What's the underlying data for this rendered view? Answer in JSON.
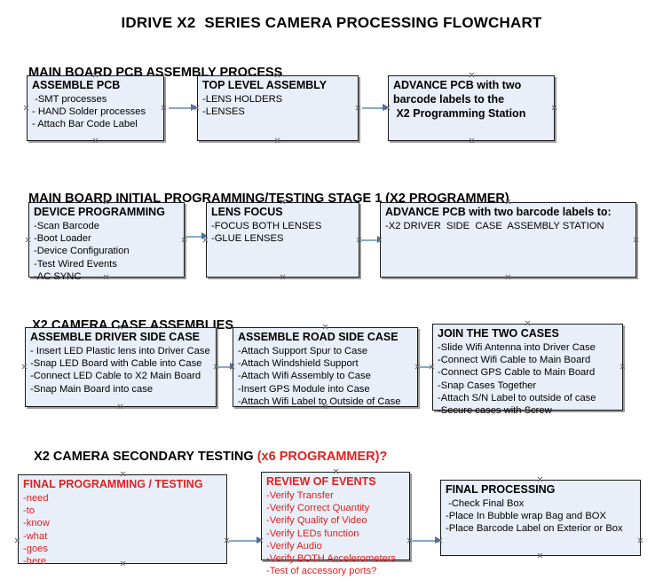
{
  "title": "IDRIVE X2  SERIES CAMERA PROCESSING FLOWCHART",
  "sections": [
    {
      "heading": "MAIN BOARD PCB ASSEMBLY PROCESS",
      "heading_accent": "",
      "boxes": [
        {
          "title": "ASSEMBLE PCB",
          "lines": [
            " -SMT processes",
            "- HAND Solder processes",
            "- Attach Bar Code Label"
          ],
          "color": "black"
        },
        {
          "title": "TOP LEVEL ASSEMBLY",
          "lines": [
            "-LENS HOLDERS",
            "-LENSES"
          ],
          "color": "black"
        },
        {
          "title": "ADVANCE PCB with two",
          "lines": [
            "barcode labels to the",
            " X2 Programming Station"
          ],
          "color": "black"
        }
      ]
    },
    {
      "heading": "MAIN BOARD INITIAL PROGRAMMING/TESTING STAGE 1 (X2 PROGRAMMER)",
      "heading_accent": "",
      "boxes": [
        {
          "title": "DEVICE PROGRAMMING",
          "lines": [
            "-Scan Barcode",
            "-Boot Loader",
            "-Device Configuration",
            "-Test Wired Events",
            "-AC SYNC"
          ],
          "color": "black"
        },
        {
          "title": "LENS FOCUS",
          "lines": [
            "-FOCUS BOTH LENSES",
            "-GLUE LENSES"
          ],
          "color": "black"
        },
        {
          "title": "ADVANCE PCB with two barcode labels to:",
          "lines": [
            "-X2 DRIVER  SIDE  CASE  ASSEMBLY STATION"
          ],
          "color": "black"
        }
      ]
    },
    {
      "heading": "X2 CAMERA CASE ASSEMBLIES",
      "heading_accent": "",
      "boxes": [
        {
          "title": "ASSEMBLE DRIVER SIDE CASE",
          "lines": [
            "- Insert LED Plastic lens into Driver Case",
            "-Snap LED Board with Cable into Case",
            "-Connect LED Cable to X2 Main Board",
            "-Snap Main Board into case"
          ],
          "color": "black"
        },
        {
          "title": "ASSEMBLE ROAD SIDE CASE",
          "lines": [
            "-Attach Support Spur to Case",
            "-Attach Windshield Support",
            "-Attach Wifi Assembly to Case",
            "-Insert GPS Module into Case",
            "-Attach Wifi Label to Outside of Case"
          ],
          "color": "black"
        },
        {
          "title": "JOIN THE TWO CASES",
          "lines": [
            "-Slide Wifi Antenna into Driver Case",
            "-Connect Wifi Cable to Main Board",
            "-Connect GPS Cable to Main Board",
            "-Snap Cases Together",
            "-Attach S/N Label to outside of case",
            "-Secure cases with Screw"
          ],
          "color": "black"
        }
      ]
    },
    {
      "heading": "X2 CAMERA SECONDARY TESTING ",
      "heading_accent": "(x6 PROGRAMMER)?",
      "boxes": [
        {
          "title": "FINAL PROGRAMMING / TESTING",
          "lines": [
            "-need",
            "-to",
            "-know",
            "-what",
            "-goes",
            "-here"
          ],
          "color": "red"
        },
        {
          "title": "REVIEW OF EVENTS",
          "lines": [
            "-Verify Transfer",
            "-Verify Correct Quantity",
            "-Verify Quality of Video",
            "-Verify LEDs function",
            "-Verify Audio",
            "-Verify BOTH Accelerometers",
            "-Test of accessory ports?"
          ],
          "color": "red"
        },
        {
          "title": "FINAL PROCESSING",
          "lines": [
            " -Check Final Box",
            "-Place In Bubble wrap Bag and BOX",
            "-Place Barcode Label on Exterior or Box"
          ],
          "color": "black"
        }
      ]
    }
  ],
  "colors": {
    "box_fill": "#e9eff8",
    "box_border": "#1a1a1a",
    "accent_red": "#e02020",
    "arrow_shaft": "#8aa7c6",
    "arrow_head": "#4a72a8"
  }
}
